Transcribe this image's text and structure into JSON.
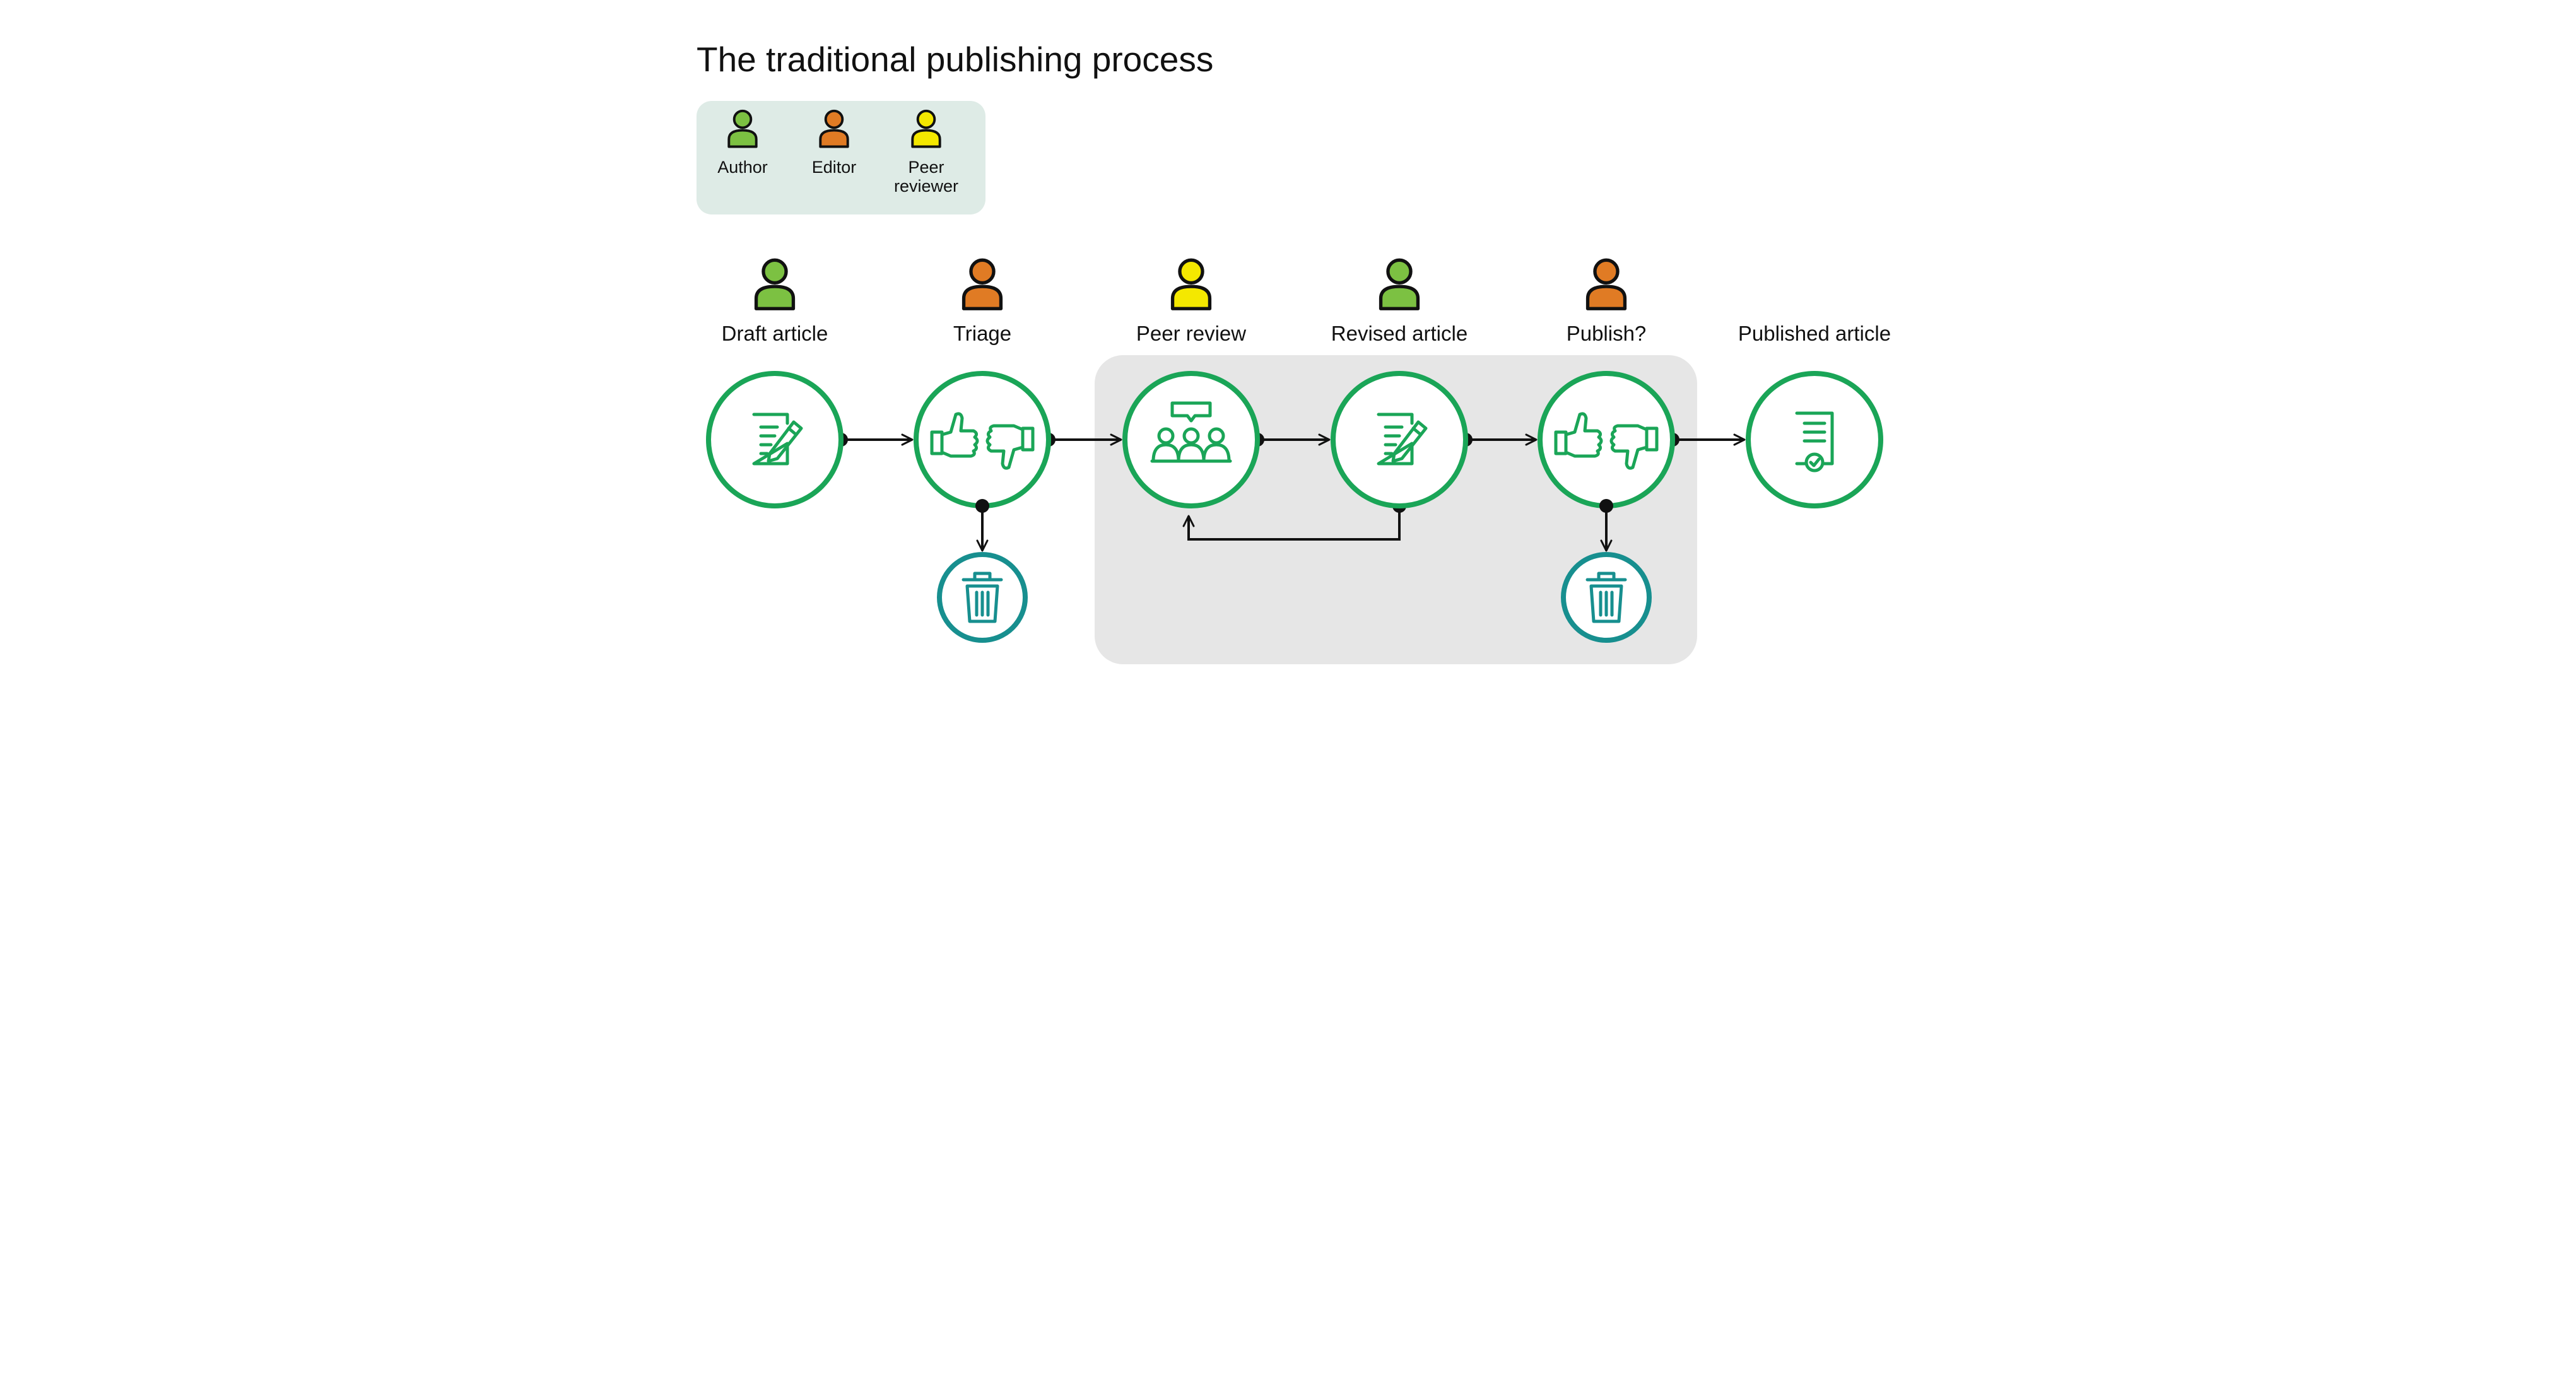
{
  "title": "The traditional publishing process",
  "colors": {
    "author": "#7cc142",
    "editor": "#e07b24",
    "peer_reviewer": "#f4e800",
    "step_ring": "#1aa557",
    "reject_ring": "#178f8f",
    "legend_bg": "#deebe6",
    "loop_bg": "#e6e6e6",
    "connector": "#111111"
  },
  "legend": [
    {
      "role": "author",
      "label": "Author"
    },
    {
      "role": "editor",
      "label": "Editor"
    },
    {
      "role": "peer_reviewer",
      "label": "Peer\nreviewer"
    }
  ],
  "steps": [
    {
      "label": "Draft article",
      "role": "author",
      "icon": "edit-document-icon"
    },
    {
      "label": "Triage",
      "role": "editor",
      "icon": "thumbs-up-down-icon"
    },
    {
      "label": "Peer review",
      "role": "peer_reviewer",
      "icon": "discussion-group-icon"
    },
    {
      "label": "Revised article",
      "role": "author",
      "icon": "edit-document-icon"
    },
    {
      "label": "Publish?",
      "role": "editor",
      "icon": "thumbs-up-down-icon"
    },
    {
      "label": "Published article",
      "role": null,
      "icon": "certified-document-icon"
    }
  ],
  "rejections": [
    {
      "from_step": 1,
      "icon": "trash-icon"
    },
    {
      "from_step": 4,
      "icon": "trash-icon"
    }
  ],
  "loop": {
    "from_step": 3,
    "to_step": 2
  }
}
